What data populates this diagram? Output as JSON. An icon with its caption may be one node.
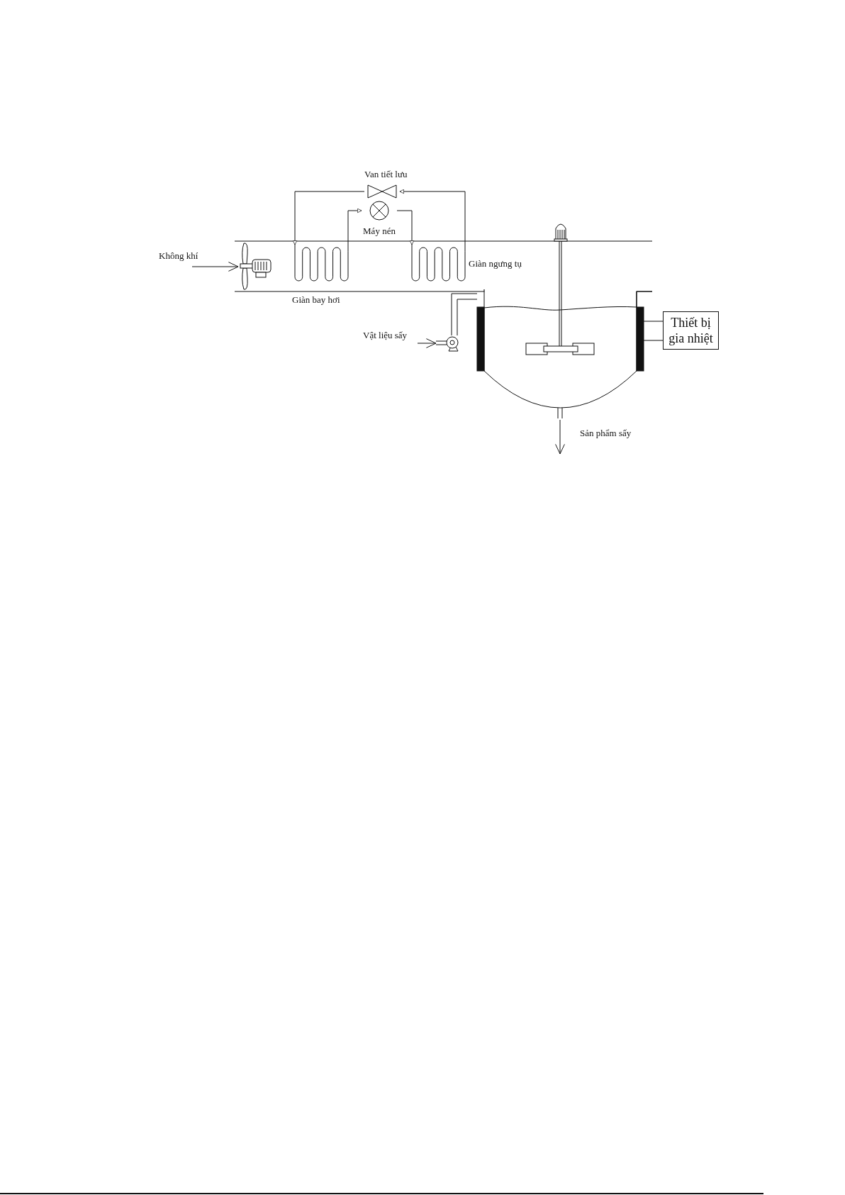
{
  "diagram": {
    "nodes": [
      {
        "text": [
          "Van tiết lưu"
        ]
      },
      {
        "text": [
          "Máy nén"
        ]
      },
      {
        "text": [],
        "shape": "fan"
      },
      {
        "text": [
          "Giàn bay hơi"
        ]
      },
      {
        "text": [
          "Giàn ngưng tụ"
        ]
      },
      {
        "text": [],
        "shape": "tank"
      },
      {
        "text": [],
        "shape": "pump"
      },
      {
        "text": [
          "Thiết bị gia nhiệt"
        ]
      }
    ],
    "edges": [
      {
        "from": 4,
        "to": 0,
        "arrow": "to"
      },
      {
        "from": 0,
        "to": 3,
        "arrow": "to"
      },
      {
        "from": 3,
        "to": 1,
        "arrow": "to"
      },
      {
        "from": 1,
        "to": 4,
        "arrow": "to"
      },
      {
        "from": null,
        "to": 2,
        "arrow": "to",
        "label": "Không khí"
      },
      {
        "from": null,
        "to": 6,
        "arrow": "to",
        "label": "Vật liệu sấy"
      },
      {
        "from": 6,
        "to": 5,
        "arrow": "none"
      },
      {
        "from": 7,
        "to": 5,
        "arrow": "none"
      },
      {
        "from": 7,
        "to": 5,
        "arrow": "none"
      },
      {
        "from": 5,
        "to": null,
        "arrow": "to",
        "label": "Sản phẩm sấy"
      }
    ]
  }
}
